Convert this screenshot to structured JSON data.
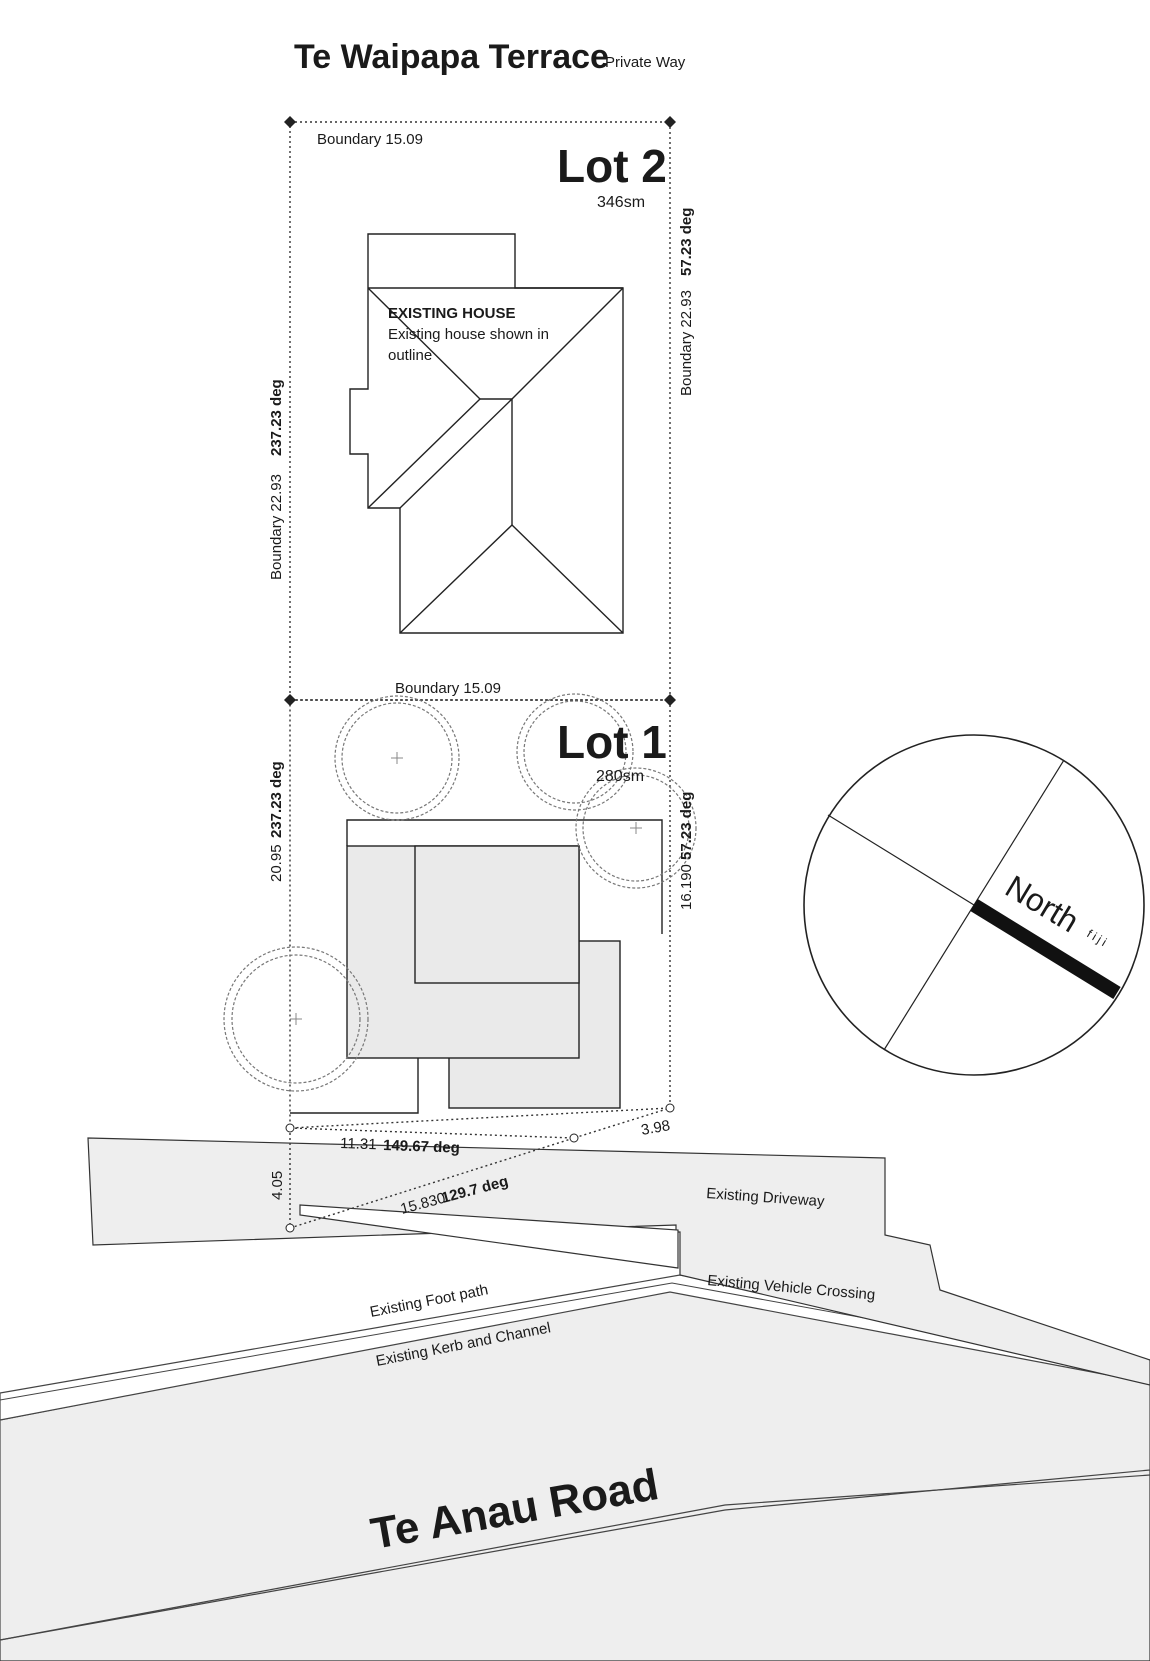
{
  "header": {
    "title": "Te Waipapa Terrace",
    "subtitle": "Private Way"
  },
  "lot2": {
    "name": "Lot 2",
    "area": "346sm",
    "boundary_top": "Boundary 15.09",
    "boundary_left": "Boundary 22.93",
    "boundary_left_bearing": "237.23 deg",
    "boundary_right": "Boundary 22.93",
    "boundary_right_bearing": "57.23 deg",
    "house_title": "EXISTING HOUSE",
    "house_note_line1": "Existing house shown in",
    "house_note_line2": "outline"
  },
  "lot1": {
    "name": "Lot 1",
    "area": "280sm",
    "boundary_top": "Boundary 15.09",
    "left_length": "20.95",
    "left_bearing": "237.23 deg",
    "right_length": "16.190",
    "right_bearing": "57.23 deg"
  },
  "front": {
    "seg1_length": "11.31",
    "seg1_bearing": "149.67 deg",
    "seg2_length": "15.830",
    "seg2_bearing": "129.7 deg",
    "side_short": "3.98",
    "side_left": "4.05"
  },
  "features": {
    "driveway": "Existing Driveway",
    "vehicle_crossing": "Existing Vehicle Crossing",
    "footpath": "Existing Foot path",
    "kerb": "Existing Kerb and Channel",
    "road": "Te Anau Road"
  },
  "north_arrow": {
    "label": "North",
    "sub": "fiji",
    "icon": "north-arrow-icon"
  }
}
